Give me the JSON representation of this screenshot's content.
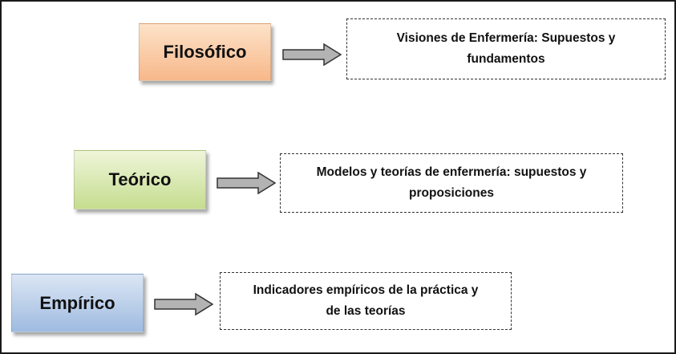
{
  "levels": [
    {
      "label": "Filosófico",
      "description_line1": "Visiones de Enfermería: Supuestos y",
      "description_line2": "fundamentos",
      "color": "#f7b88a"
    },
    {
      "label": "Teórico",
      "description_line1": "Modelos y teorías de enfermería: supuestos y",
      "description_line2": "proposiciones",
      "color": "#c6dd8f"
    },
    {
      "label": "Empírico",
      "description_line1": "Indicadores empíricos de la práctica y",
      "description_line2": "de las teorías",
      "color": "#9fbbe0"
    }
  ],
  "arrow_icon": "right-arrow-icon",
  "arrow_color": "#b3b3b3"
}
